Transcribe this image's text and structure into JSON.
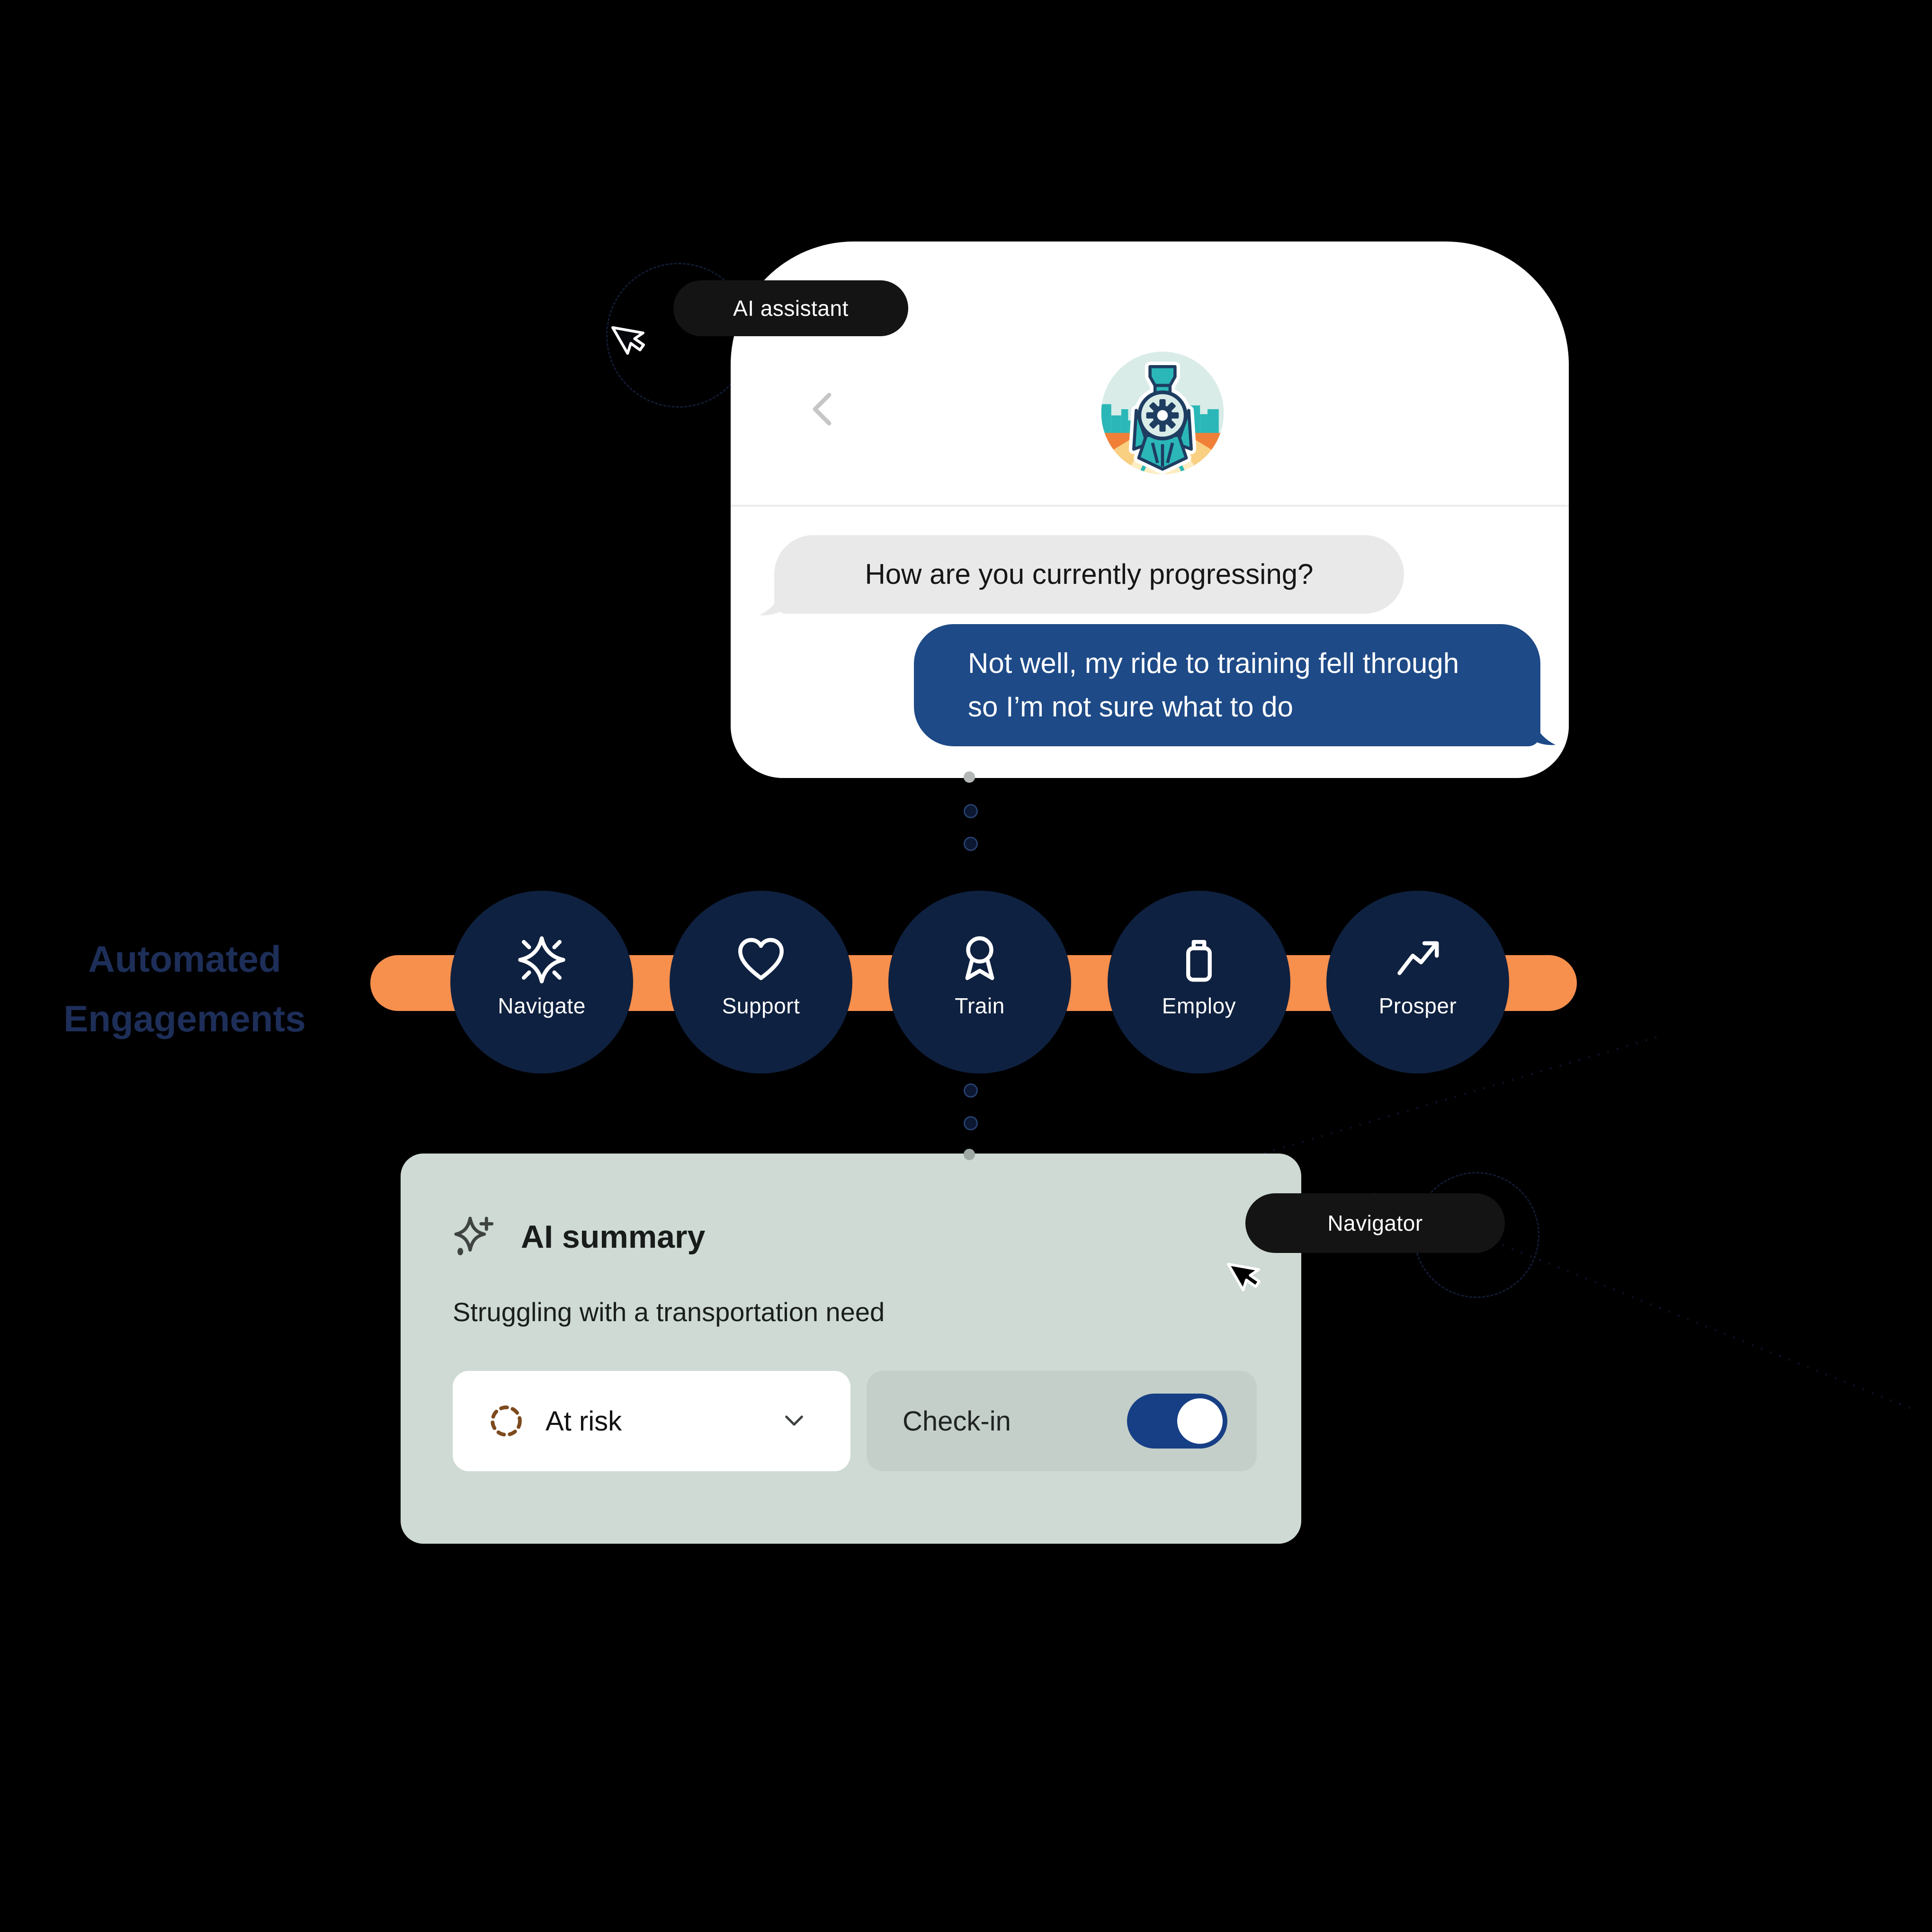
{
  "chat_card": {
    "badge": "AI assistant",
    "back_icon": "chevron-left-icon",
    "avatar_icon": "train-logo-avatar",
    "messages": [
      {
        "from": "assistant",
        "text": "How are you currently progressing?"
      },
      {
        "from": "user",
        "text": "Not well, my ride to training fell through so I’m not sure what to do"
      }
    ]
  },
  "journey": {
    "label_line1": "Automated",
    "label_line2": "Engagements",
    "steps": [
      {
        "label": "Navigate",
        "icon": "sparkle-icon"
      },
      {
        "label": "Support",
        "icon": "heart-icon"
      },
      {
        "label": "Train",
        "icon": "award-ribbon-icon"
      },
      {
        "label": "Employ",
        "icon": "briefcase-icon"
      },
      {
        "label": "Prosper",
        "icon": "trend-up-icon"
      }
    ]
  },
  "summary_card": {
    "icon": "ai-sparkles-icon",
    "title": "AI summary",
    "description": "Struggling with a transportation need",
    "status_dropdown": {
      "value": "At risk",
      "icon": "dashed-circle-icon",
      "state": "collapsed"
    },
    "checkin": {
      "label": "Check-in",
      "enabled": true
    },
    "badge": "Navigator"
  },
  "colors": {
    "background": "#000000",
    "accent_orange": "#f78f4d",
    "step_navy": "#0f2140",
    "bubble_blue": "#1e4a87",
    "toggle_blue": "#173f85",
    "journey_label_blue": "#1d2e58",
    "summary_sage": "#cedad3",
    "checkin_sage": "#c3cfc8",
    "badge_black": "#141414",
    "risk_dash_brown": "#7d4a1e"
  }
}
